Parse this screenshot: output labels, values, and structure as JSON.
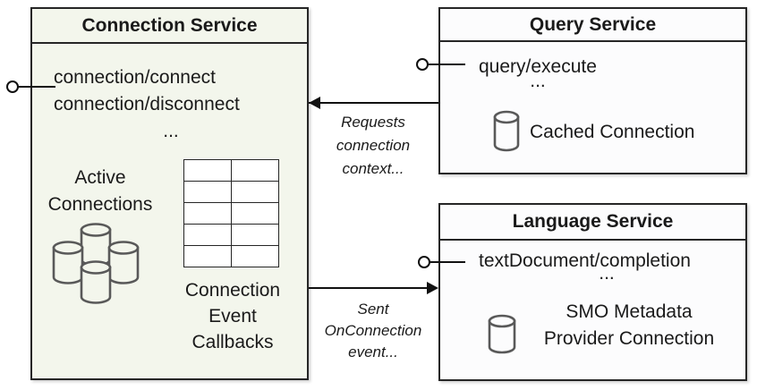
{
  "colors": {
    "connection_box_bg": "#f3f6ec",
    "service_box_bg": "#fcfcfd",
    "border": "#262626",
    "line": "#111111",
    "cylinder_stroke": "#595959",
    "text": "#1a1a1a"
  },
  "connection_service": {
    "title": "Connection Service",
    "methods": [
      "connection/connect",
      "connection/disconnect"
    ],
    "ellipsis": "...",
    "active_connections": [
      "Active",
      "Connections"
    ],
    "callbacks": [
      "Connection",
      "Event",
      "Callbacks"
    ]
  },
  "query_service": {
    "title": "Query Service",
    "methods": [
      "query/execute"
    ],
    "ellipsis": "...",
    "cached_connection": "Cached Connection"
  },
  "language_service": {
    "title": "Language Service",
    "methods": [
      "textDocument/completion"
    ],
    "ellipsis": "...",
    "smo": [
      "SMO Metadata",
      "Provider Connection"
    ]
  },
  "annotations": {
    "requests": [
      "Requests",
      "connection",
      "context..."
    ],
    "sent": [
      "Sent",
      "OnConnection",
      "event..."
    ]
  }
}
